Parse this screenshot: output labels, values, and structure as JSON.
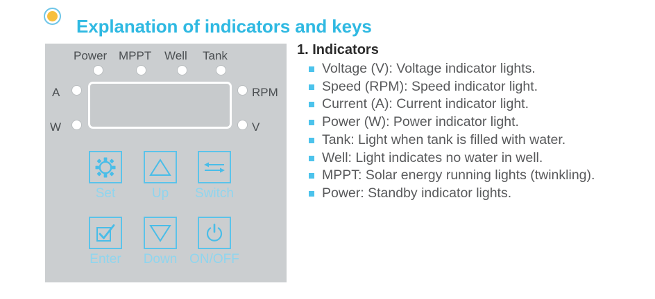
{
  "header": {
    "title": "Explanation of indicators and keys",
    "bullet_icon": "filled-circle-icon",
    "accent_color": "#2fb9e2",
    "bullet_fill_color": "#f7bf3f",
    "bullet_ring_color": "#6fc6e8"
  },
  "panel": {
    "background_color": "#cbced0",
    "top_indicators": [
      {
        "label": "Power",
        "led": "led-indicator"
      },
      {
        "label": "MPPT",
        "led": "led-indicator"
      },
      {
        "label": "Well",
        "led": "led-indicator"
      },
      {
        "label": "Tank",
        "led": "led-indicator"
      }
    ],
    "left_indicators": [
      {
        "label": "A",
        "led": "led-indicator"
      },
      {
        "label": "W",
        "led": "led-indicator"
      }
    ],
    "right_indicators": [
      {
        "label": "RPM",
        "led": "led-indicator"
      },
      {
        "label": "V",
        "led": "led-indicator"
      }
    ],
    "screen": "lcd-display",
    "keys": [
      {
        "label": "Set",
        "icon": "gear-icon"
      },
      {
        "label": "Up",
        "icon": "triangle-up-icon"
      },
      {
        "label": "Switch",
        "icon": "swap-arrows-icon"
      },
      {
        "label": "Enter",
        "icon": "checkbox-check-icon"
      },
      {
        "label": "Down",
        "icon": "triangle-down-icon"
      },
      {
        "label": "ON/OFF",
        "icon": "power-icon"
      }
    ],
    "key_border_color": "#5bc3ea",
    "key_label_color": "#8fd5ee"
  },
  "content": {
    "heading": "1.  Indicators",
    "bullet_color": "#4cc3ec",
    "items": [
      "Voltage (V): Voltage indicator lights.",
      "Speed (RPM): Speed indicator light.",
      "Current (A): Current indicator light.",
      "Power (W): Power indicator light.",
      "Tank: Light when tank is filled with water.",
      "Well: Light indicates no water in well.",
      "MPPT: Solar energy running lights (twinkling).",
      "Power: Standby indicator lights."
    ]
  }
}
